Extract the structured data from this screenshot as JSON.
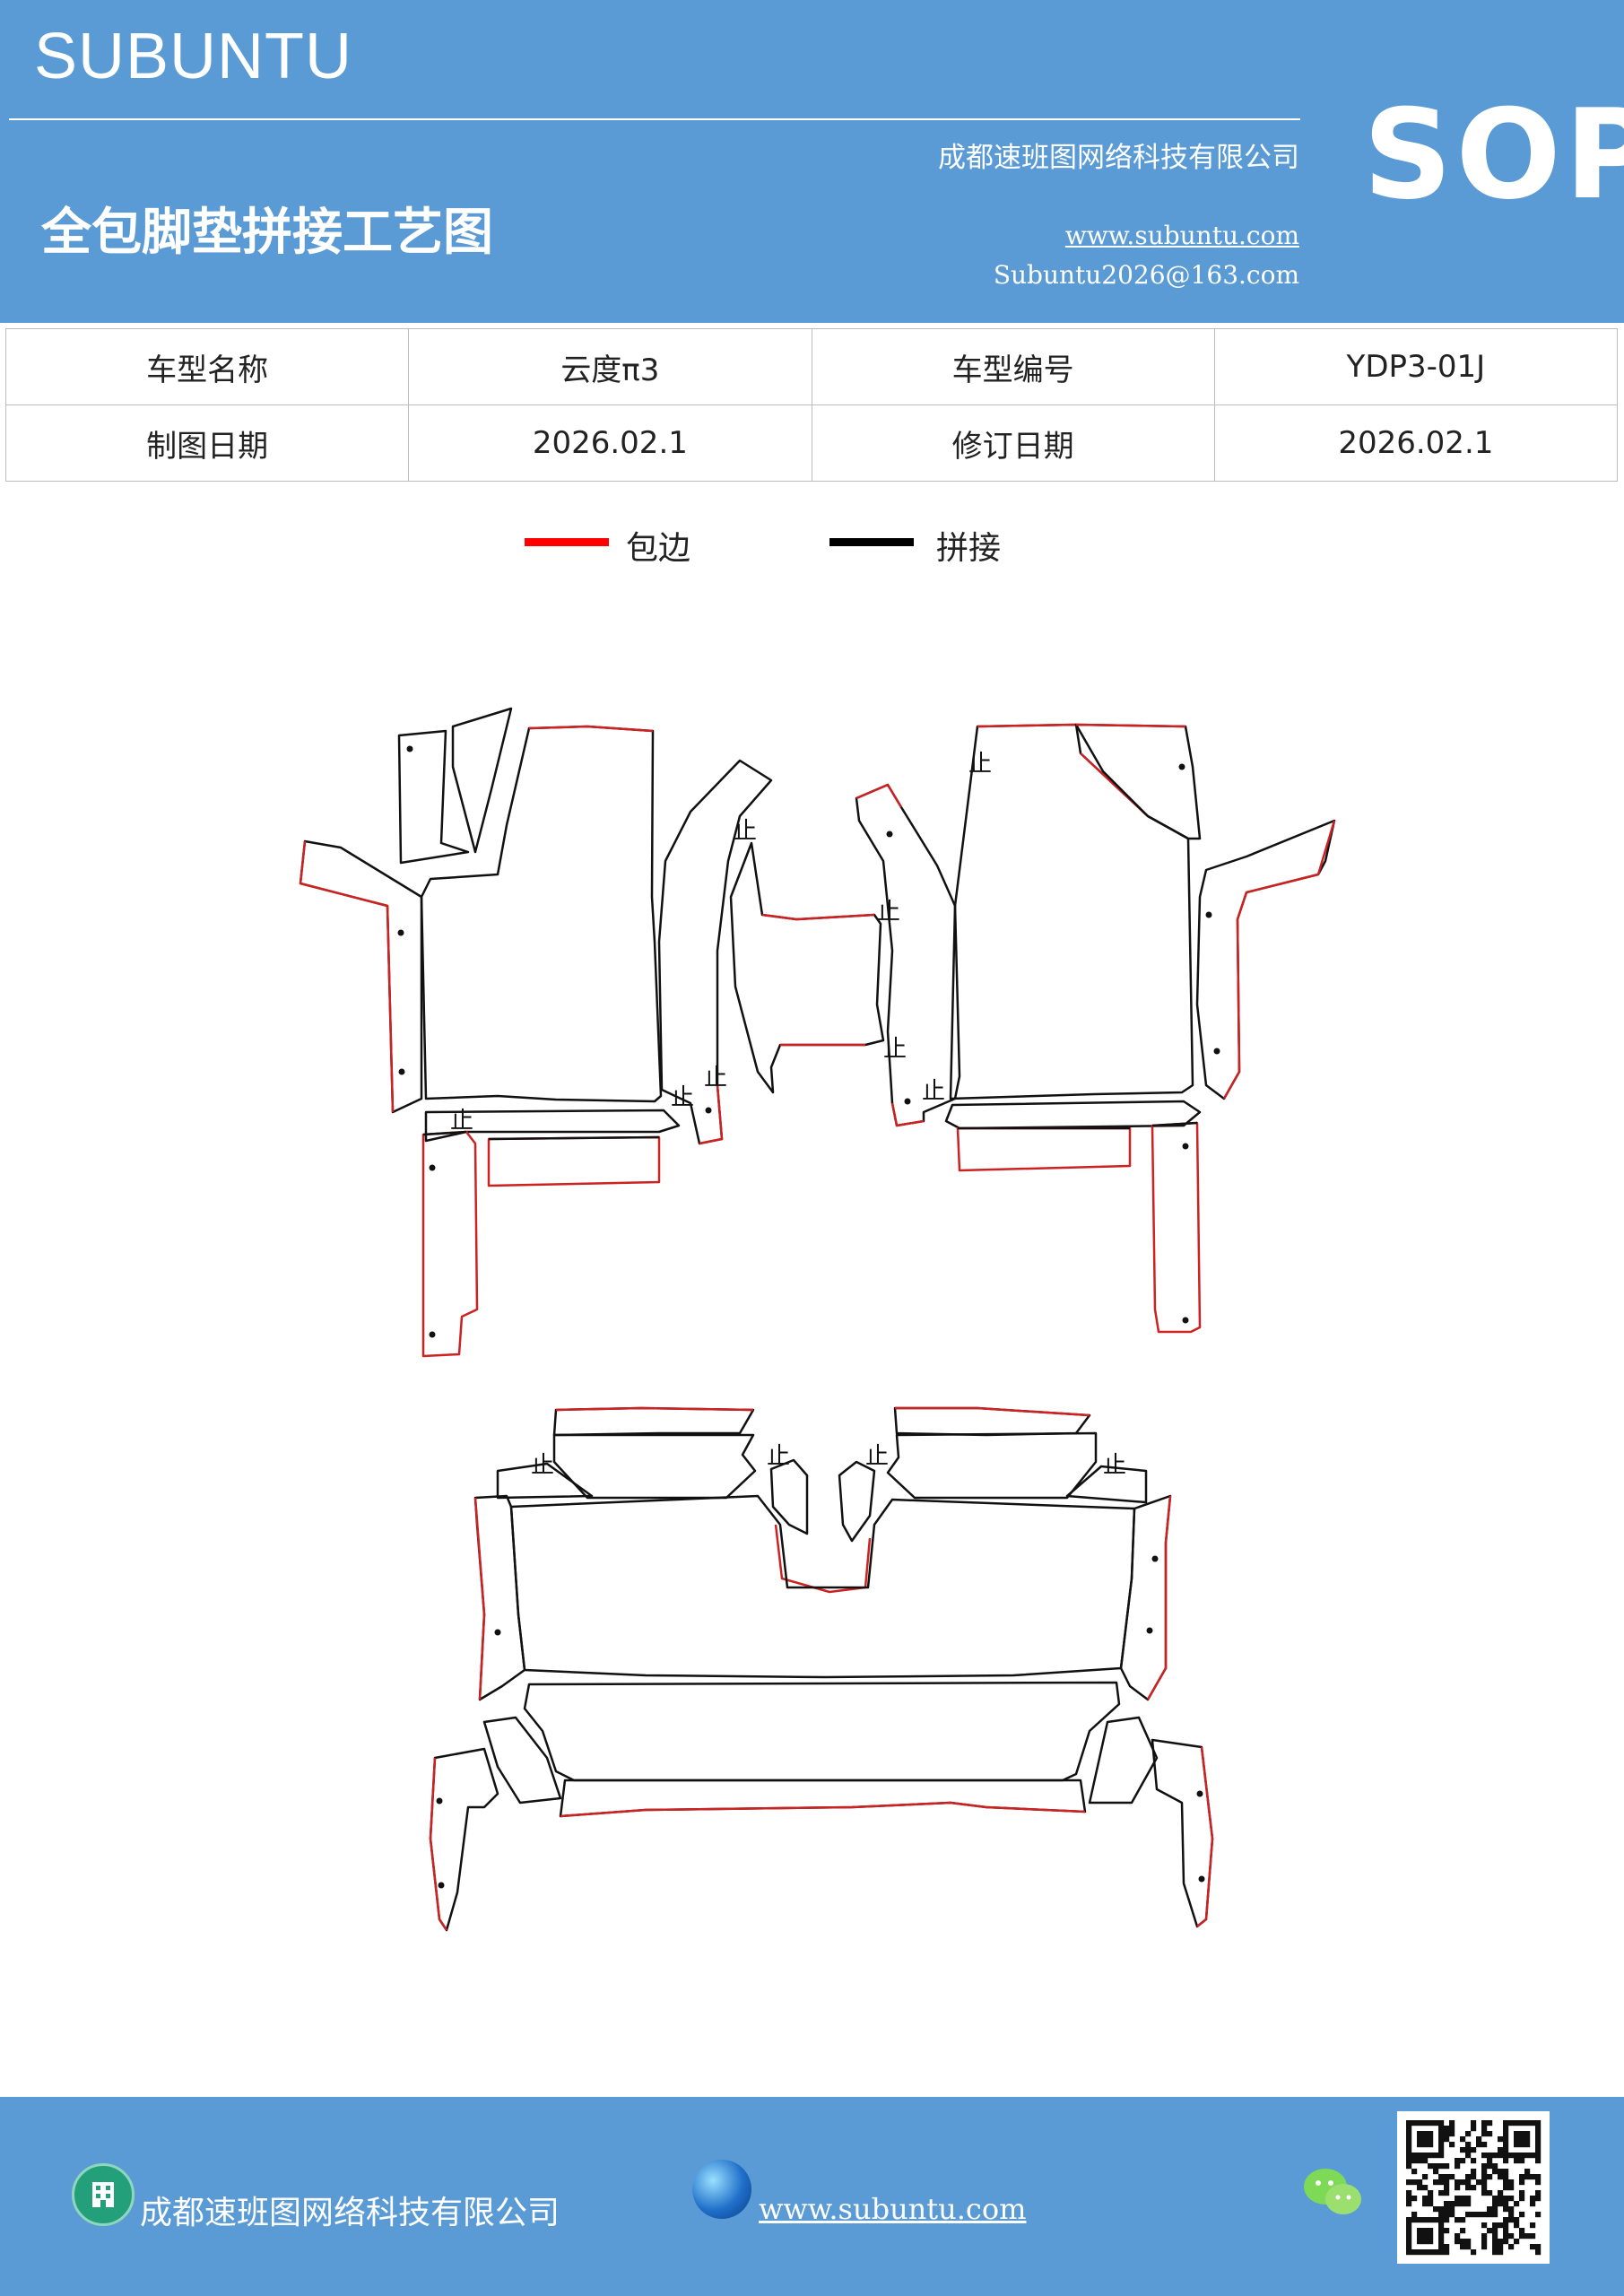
{
  "header": {
    "brand": "SUBUNTU",
    "sop": "SOP",
    "company": "成都速班图网络科技有限公司",
    "title": "全包脚垫拼接工艺图",
    "website": "www.subuntu.com",
    "email": "Subuntu2026@163.com"
  },
  "info_table": {
    "rows": [
      [
        "车型名称",
        "云度π3",
        "车型编号",
        "YDP3-01J"
      ],
      [
        "制图日期",
        "2026.02.1",
        "修订日期",
        "2026.02.1"
      ]
    ]
  },
  "legend": {
    "items": [
      {
        "label": "包边",
        "color": "#ff0000"
      },
      {
        "label": "拼接",
        "color": "#000000"
      }
    ]
  },
  "diagram": {
    "stop_mark": "止",
    "edge_color": "#cc2222",
    "seam_color": "#111111"
  },
  "footer": {
    "company": "成都速班图网络科技有限公司",
    "website": "www.subuntu.com",
    "icons": [
      "building-icon",
      "globe-icon",
      "wechat-icon",
      "qr-code"
    ]
  }
}
